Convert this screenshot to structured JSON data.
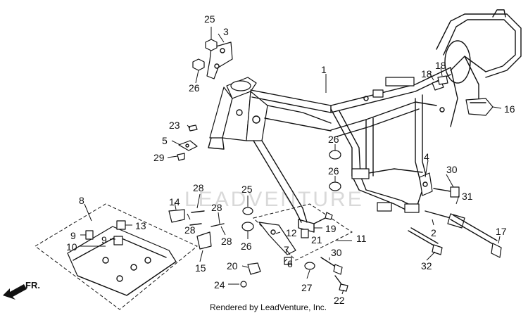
{
  "watermark": "LEADVENTURE",
  "caption": "Rendered by LeadVenture, Inc.",
  "direction_arrow": {
    "label": "FR.",
    "icon": "front-direction-arrow-icon"
  },
  "callouts": [
    {
      "id": "c1",
      "label": "1"
    },
    {
      "id": "c2",
      "label": "2"
    },
    {
      "id": "c3",
      "label": "3"
    },
    {
      "id": "c4",
      "label": "4"
    },
    {
      "id": "c5",
      "label": "5"
    },
    {
      "id": "c6",
      "label": "6"
    },
    {
      "id": "c7",
      "label": "7"
    },
    {
      "id": "c8",
      "label": "8"
    },
    {
      "id": "c9a",
      "label": "9"
    },
    {
      "id": "c9b",
      "label": "9"
    },
    {
      "id": "c10",
      "label": "10"
    },
    {
      "id": "c11",
      "label": "11"
    },
    {
      "id": "c12",
      "label": "12"
    },
    {
      "id": "c13",
      "label": "13"
    },
    {
      "id": "c14",
      "label": "14"
    },
    {
      "id": "c15",
      "label": "15"
    },
    {
      "id": "c16",
      "label": "16"
    },
    {
      "id": "c17",
      "label": "17"
    },
    {
      "id": "c18a",
      "label": "18"
    },
    {
      "id": "c18b",
      "label": "18"
    },
    {
      "id": "c19",
      "label": "19"
    },
    {
      "id": "c20",
      "label": "20"
    },
    {
      "id": "c21",
      "label": "21"
    },
    {
      "id": "c22",
      "label": "22"
    },
    {
      "id": "c23",
      "label": "23"
    },
    {
      "id": "c24",
      "label": "24"
    },
    {
      "id": "c25a",
      "label": "25"
    },
    {
      "id": "c25b",
      "label": "25"
    },
    {
      "id": "c26a",
      "label": "26"
    },
    {
      "id": "c26b",
      "label": "26"
    },
    {
      "id": "c26c",
      "label": "26"
    },
    {
      "id": "c26d",
      "label": "26"
    },
    {
      "id": "c27",
      "label": "27"
    },
    {
      "id": "c28a",
      "label": "28"
    },
    {
      "id": "c28b",
      "label": "28"
    },
    {
      "id": "c28c",
      "label": "28"
    },
    {
      "id": "c28d",
      "label": "28"
    },
    {
      "id": "c29",
      "label": "29"
    },
    {
      "id": "c30a",
      "label": "30"
    },
    {
      "id": "c30b",
      "label": "30"
    },
    {
      "id": "c31",
      "label": "31"
    },
    {
      "id": "c32",
      "label": "32"
    }
  ]
}
